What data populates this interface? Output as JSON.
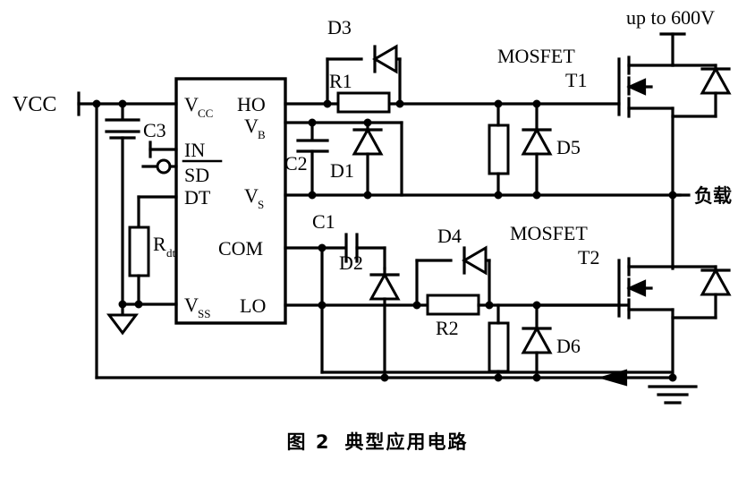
{
  "figure": {
    "caption_label": "图 2",
    "caption_title": "典型应用电路",
    "title": "典型应用电路"
  },
  "terminals": {
    "vcc": "VCC",
    "load": "负载",
    "hv_note": "up to 600V"
  },
  "ic": {
    "pins_left": [
      {
        "name": "Vcc",
        "base": "V",
        "sub": "CC"
      },
      {
        "name": "IN",
        "base": "IN",
        "sub": ""
      },
      {
        "name": "SD",
        "base": "SD",
        "sub": ""
      },
      {
        "name": "DT",
        "base": "DT",
        "sub": ""
      },
      {
        "name": "Vss",
        "base": "V",
        "sub": "SS"
      }
    ],
    "pins_right": [
      {
        "name": "HO",
        "base": "HO",
        "sub": ""
      },
      {
        "name": "VB",
        "base": "V",
        "sub": "B"
      },
      {
        "name": "VS",
        "base": "V",
        "sub": "S"
      },
      {
        "name": "COM",
        "base": "COM",
        "sub": ""
      },
      {
        "name": "LO",
        "base": "LO",
        "sub": ""
      }
    ]
  },
  "components": {
    "c1": "C1",
    "c2": "C2",
    "c3": "C3",
    "d1": "D1",
    "d2": "D2",
    "d3": "D3",
    "d4": "D4",
    "d5": "D5",
    "d6": "D6",
    "r1": "R1",
    "r2": "R2",
    "rdt_base": "R",
    "rdt_sub": "dt",
    "t1_type": "MOSFET",
    "t1_name": "T1",
    "t2_type": "MOSFET",
    "t2_name": "T2"
  },
  "colors": {
    "ink": "#000000",
    "paper": "#ffffff"
  }
}
